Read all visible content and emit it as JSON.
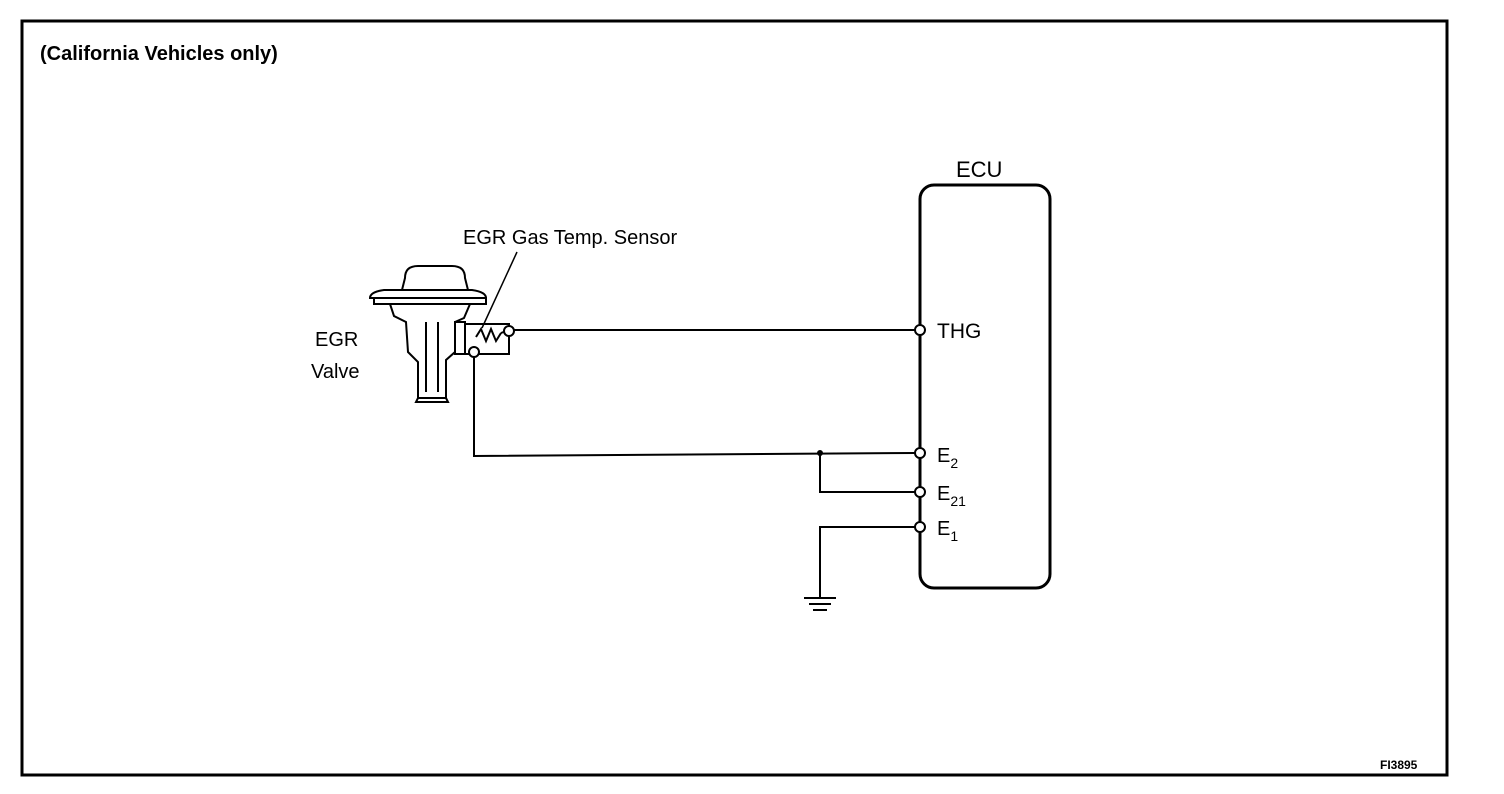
{
  "heading": "(California Vehicles only)",
  "ecu": {
    "title": "ECU",
    "terminals": {
      "thg": "THG",
      "e2": {
        "main": "E",
        "sub": "2"
      },
      "e21": {
        "main": "E",
        "sub": "21"
      },
      "e1": {
        "main": "E",
        "sub": "1"
      }
    }
  },
  "sensor_label": "EGR Gas Temp. Sensor",
  "valve_label": {
    "line1": "EGR",
    "line2": "Valve"
  },
  "figure_code": "FI3895"
}
